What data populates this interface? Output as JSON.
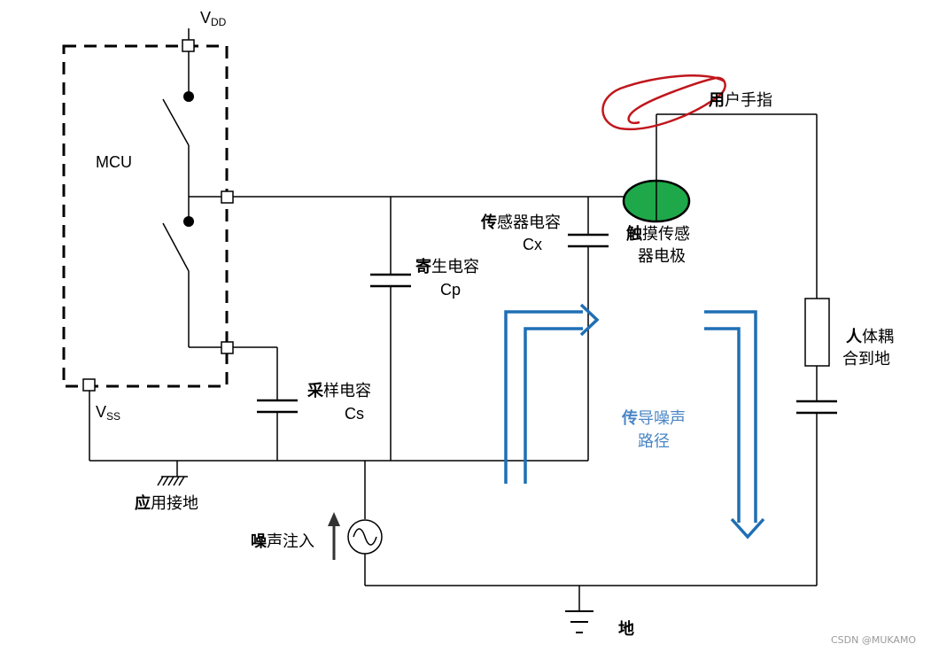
{
  "labels": {
    "vdd_main": "V",
    "vdd_sub": "DD",
    "vss_main": "V",
    "vss_sub": "SS",
    "mcu": "MCU",
    "finger_bold": "用",
    "finger_rest": "户手指",
    "cx_line1_bold": "传",
    "cx_line1_rest": "感器电容",
    "cx_line2": "Cx",
    "electrode_line1_bold": "触",
    "electrode_line1_rest": "摸传感",
    "electrode_line2": "器电极",
    "cp_line1_bold": "寄",
    "cp_line1_rest": "生电容",
    "cp_line2": "Cp",
    "cs_line1_bold": "采",
    "cs_line1_rest": "样电容",
    "cs_line2": "Cs",
    "body_line1_bold": "人",
    "body_line1_rest": "体耦",
    "body_line2": "合到地",
    "noise_path_line1_bold": "传",
    "noise_path_line1_rest": "导噪声",
    "noise_path_line2": "路径",
    "app_ground_bold": "应",
    "app_ground_rest": "用接地",
    "noise_inject_bold": "噪",
    "noise_inject_rest": "声注入",
    "earth": "地",
    "watermark": "CSDN @MUKAMO"
  },
  "colors": {
    "wire": "#000000",
    "electrode_fill": "#1fa84a",
    "finger": "#c0161c",
    "noise_arrow": "#1f6fb5",
    "noise_text": "#4a86c5"
  }
}
